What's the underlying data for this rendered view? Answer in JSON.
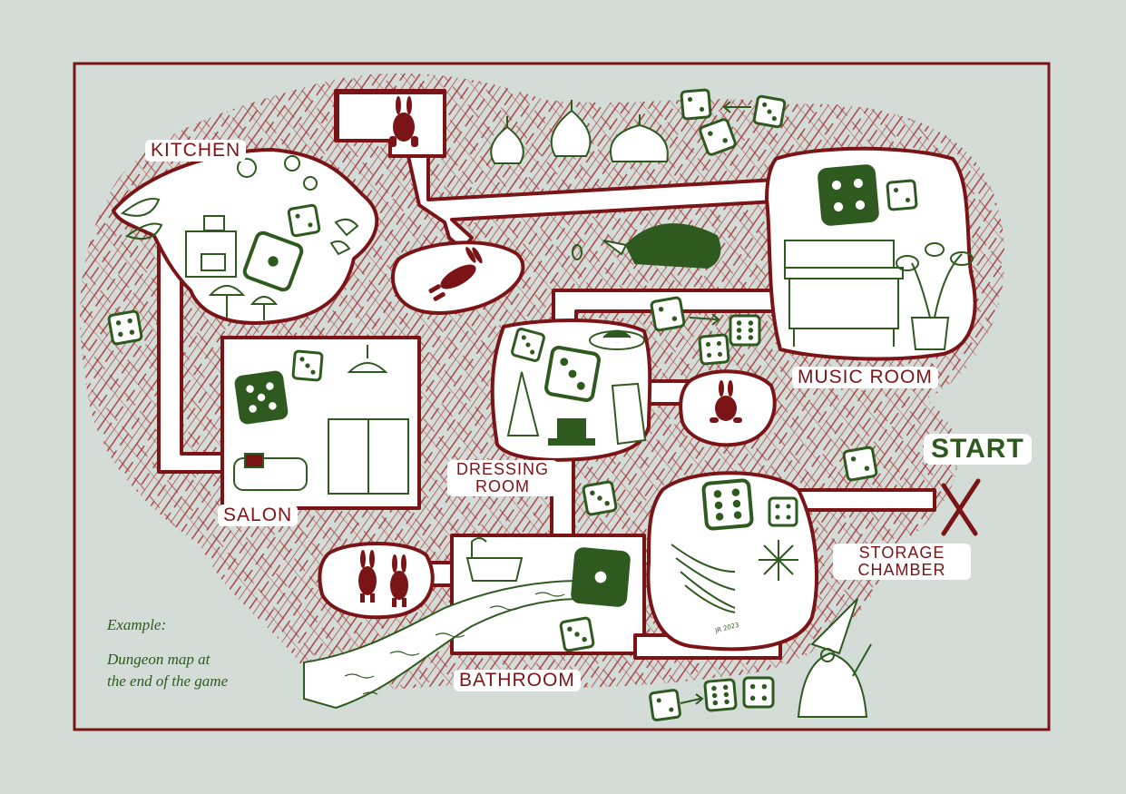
{
  "rooms": {
    "kitchen": "KITCHEN",
    "salon": "SALON",
    "dressing": "DRESSING ROOM",
    "bathroom": "BATHROOM",
    "music": "MUSIC ROOM",
    "storage": "STORAGE CHAMBER"
  },
  "start": {
    "label": "START"
  },
  "caption": {
    "line1": "Example:",
    "line2": "Dungeon map at",
    "line3": "the end of the game"
  },
  "credit": "JR 2023",
  "colors": {
    "background": "#d3dcd6",
    "wall": "#7a1417",
    "hatch": "#a8383b",
    "floor": "#ffffff",
    "accent": "#2e5a1f"
  },
  "dice": [
    {
      "id": "kitchen-die-2",
      "value": 2
    },
    {
      "id": "kitchen-die-1-big",
      "value": 1
    },
    {
      "id": "outside-die-4-left",
      "value": 4
    },
    {
      "id": "top-die-2a",
      "value": 2
    },
    {
      "id": "top-die-3",
      "value": 3
    },
    {
      "id": "top-die-2b",
      "value": 2
    },
    {
      "id": "music-die-4-big",
      "value": 4
    },
    {
      "id": "music-die-2",
      "value": 2
    },
    {
      "id": "salon-die-5-big",
      "value": 5
    },
    {
      "id": "salon-die-3",
      "value": 3
    },
    {
      "id": "dressing-die-3",
      "value": 3
    },
    {
      "id": "dressing-die-3-big",
      "value": 3
    },
    {
      "id": "mid-die-2",
      "value": 2
    },
    {
      "id": "mid-die-6",
      "value": 6
    },
    {
      "id": "mid-die-4",
      "value": 4
    },
    {
      "id": "right-die-2",
      "value": 2
    },
    {
      "id": "corridor-die-3",
      "value": 3
    },
    {
      "id": "storage-die-6-big",
      "value": 6
    },
    {
      "id": "storage-die-4",
      "value": 4
    },
    {
      "id": "bath-die-1-big",
      "value": 1
    },
    {
      "id": "bath-die-3",
      "value": 3
    },
    {
      "id": "bottom-die-2",
      "value": 2
    },
    {
      "id": "bottom-die-6",
      "value": 6
    },
    {
      "id": "bottom-die-4",
      "value": 4
    }
  ]
}
